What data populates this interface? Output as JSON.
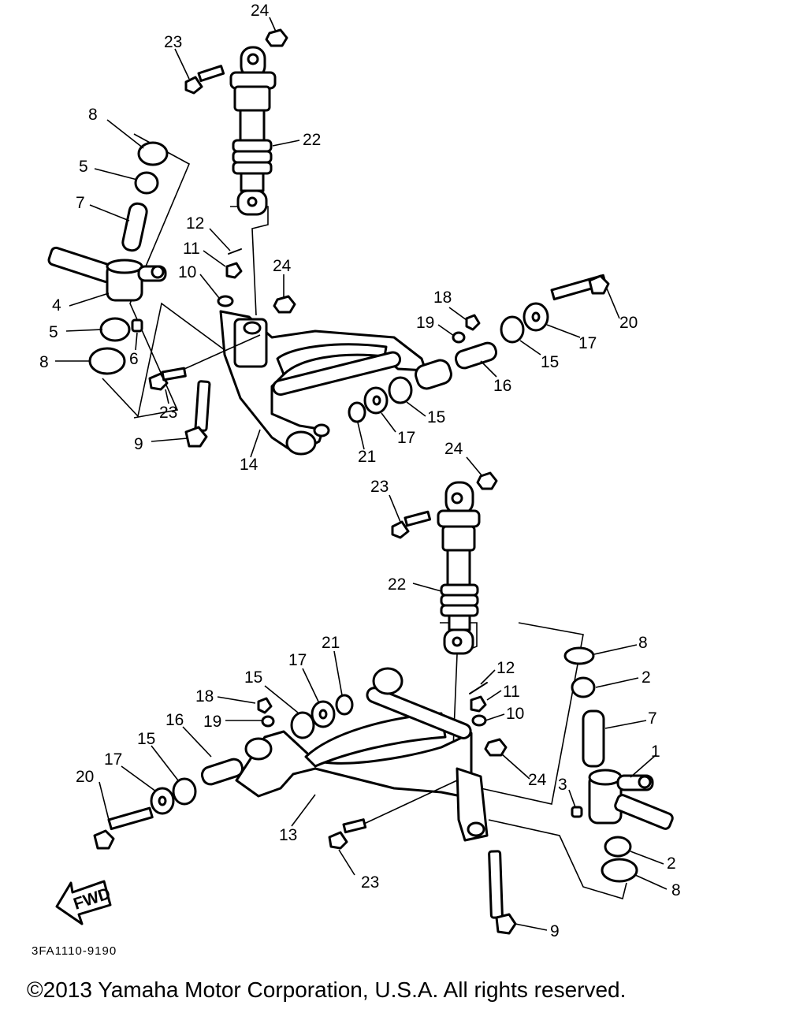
{
  "callouts": {
    "top": [
      {
        "id": "24a",
        "label": "24"
      },
      {
        "id": "23a",
        "label": "23"
      },
      {
        "id": "22a",
        "label": "22"
      },
      {
        "id": "8a",
        "label": "8"
      },
      {
        "id": "5a",
        "label": "5"
      },
      {
        "id": "7a",
        "label": "7"
      },
      {
        "id": "12a",
        "label": "12"
      },
      {
        "id": "11a",
        "label": "11"
      },
      {
        "id": "10a",
        "label": "10"
      },
      {
        "id": "24b",
        "label": "24"
      },
      {
        "id": "4a",
        "label": "4"
      },
      {
        "id": "5b",
        "label": "5"
      },
      {
        "id": "6a",
        "label": "6"
      },
      {
        "id": "8b",
        "label": "8"
      },
      {
        "id": "23b",
        "label": "23"
      },
      {
        "id": "9a",
        "label": "9"
      },
      {
        "id": "14a",
        "label": "14"
      },
      {
        "id": "21a",
        "label": "21"
      },
      {
        "id": "17a",
        "label": "17"
      },
      {
        "id": "15a",
        "label": "15"
      },
      {
        "id": "18a",
        "label": "18"
      },
      {
        "id": "19a",
        "label": "19"
      },
      {
        "id": "16a",
        "label": "16"
      },
      {
        "id": "15b",
        "label": "15"
      },
      {
        "id": "17b",
        "label": "17"
      },
      {
        "id": "20a",
        "label": "20"
      }
    ],
    "bottom": [
      {
        "id": "24c",
        "label": "24"
      },
      {
        "id": "23c",
        "label": "23"
      },
      {
        "id": "22b",
        "label": "22"
      },
      {
        "id": "21b",
        "label": "21"
      },
      {
        "id": "17c",
        "label": "17"
      },
      {
        "id": "15c",
        "label": "15"
      },
      {
        "id": "18b",
        "label": "18"
      },
      {
        "id": "19b",
        "label": "19"
      },
      {
        "id": "16b",
        "label": "16"
      },
      {
        "id": "15d",
        "label": "15"
      },
      {
        "id": "17d",
        "label": "17"
      },
      {
        "id": "20b",
        "label": "20"
      },
      {
        "id": "13a",
        "label": "13"
      },
      {
        "id": "23d",
        "label": "23"
      },
      {
        "id": "12b",
        "label": "12"
      },
      {
        "id": "11b",
        "label": "11"
      },
      {
        "id": "10b",
        "label": "10"
      },
      {
        "id": "24d",
        "label": "24"
      },
      {
        "id": "8c",
        "label": "8"
      },
      {
        "id": "2a",
        "label": "2"
      },
      {
        "id": "7b",
        "label": "7"
      },
      {
        "id": "1a",
        "label": "1"
      },
      {
        "id": "3a",
        "label": "3"
      },
      {
        "id": "2b",
        "label": "2"
      },
      {
        "id": "8d",
        "label": "8"
      },
      {
        "id": "9b",
        "label": "9"
      }
    ]
  },
  "fwd_label": "FWD",
  "drawing_code": "3FA1110-9190",
  "copyright": "©2013 Yamaha Motor Corporation, U.S.A. All rights reserved."
}
